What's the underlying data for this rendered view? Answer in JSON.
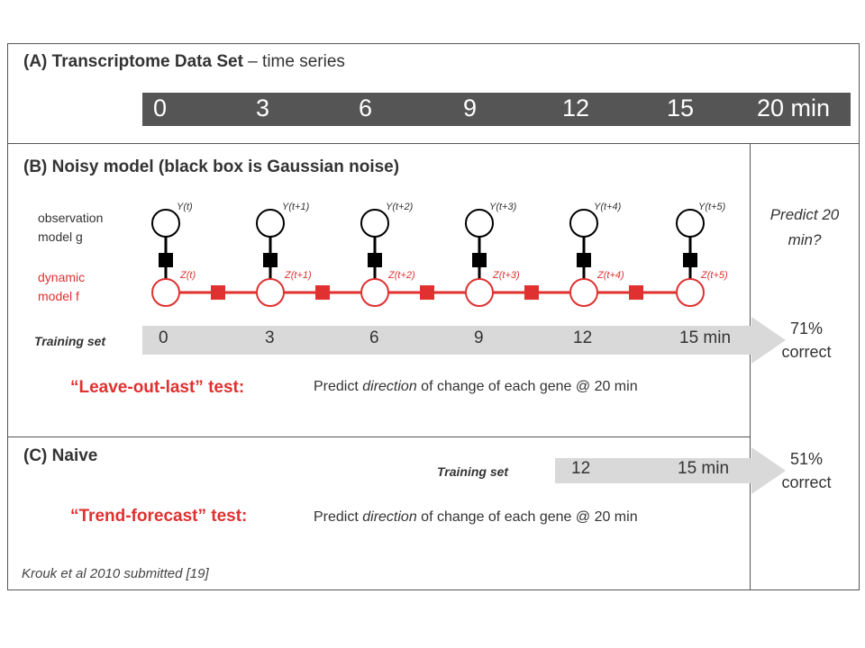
{
  "panelA": {
    "prefix": "(A)",
    "title_bold": "Transcriptome Data Set",
    "title_rest": " – time series",
    "timepoints": [
      "0",
      "3",
      "6",
      "9",
      "12",
      "15",
      "20 min"
    ]
  },
  "panelB": {
    "prefix": "(B)",
    "title": "Noisy model (black box is Gaussian noise)",
    "observation_label_1": "observation",
    "observation_label_2": "model g",
    "dynamic_label_1": "dynamic",
    "dynamic_label_2": "model f",
    "y_labels": [
      "Y(t)",
      "Y(t+1)",
      "Y(t+2)",
      "Y(t+3)",
      "Y(t+4)",
      "Y(t+5)"
    ],
    "z_labels": [
      "Z(t)",
      "Z(t+1)",
      "Z(t+2)",
      "Z(t+3)",
      "Z(t+4)",
      "Z(t+5)"
    ],
    "training_label": "Training set",
    "training_points": [
      "0",
      "3",
      "6",
      "9",
      "12",
      "15 min"
    ],
    "test_label": "“Leave-out-last” test:",
    "predict_pre": "Predict ",
    "predict_em": "direction",
    "predict_post": " of change of each gene @ 20 min",
    "result_line1": "71%",
    "result_line2": "correct"
  },
  "side": {
    "question_line1": "Predict 20",
    "question_line2": "min?"
  },
  "panelC": {
    "prefix": "(C)",
    "title": "Naive",
    "training_label": "Training set",
    "training_points": [
      "12",
      "15 min"
    ],
    "test_label": "“Trend-forecast” test:",
    "predict_pre": "Predict ",
    "predict_em": "direction",
    "predict_post": " of change of each gene @ 20 min",
    "result_line1": "51%",
    "result_line2": "correct",
    "citation": "Krouk et al 2010 submitted [19]"
  },
  "colors": {
    "red": "#e03030",
    "dark_bar": "#555555",
    "arrow": "#d9d9d9"
  }
}
